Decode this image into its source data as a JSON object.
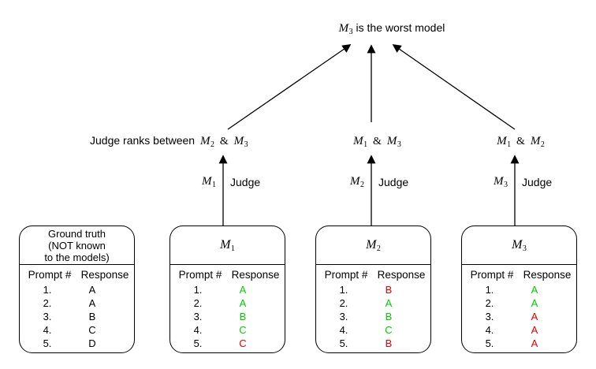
{
  "colors": {
    "correct": "#00cc00",
    "incorrect": "#e00000",
    "text": "#000000",
    "background": "#ffffff"
  },
  "conclusion": {
    "model_base": "M",
    "model_sub": "3",
    "text": "is the worst model"
  },
  "comparisons": [
    {
      "prefix": "Judge ranks between",
      "left_base": "M",
      "left_sub": "2",
      "amp": "&",
      "right_base": "M",
      "right_sub": "3"
    },
    {
      "prefix": "",
      "left_base": "M",
      "left_sub": "1",
      "amp": "&",
      "right_base": "M",
      "right_sub": "3"
    },
    {
      "prefix": "",
      "left_base": "M",
      "left_sub": "1",
      "amp": "&",
      "right_base": "M",
      "right_sub": "2"
    }
  ],
  "judges": [
    {
      "model_base": "M",
      "model_sub": "1",
      "label": "Judge"
    },
    {
      "model_base": "M",
      "model_sub": "2",
      "label": "Judge"
    },
    {
      "model_base": "M",
      "model_sub": "3",
      "label": "Judge"
    }
  ],
  "ground_truth": {
    "title_line1": "Ground truth",
    "title_line2": "(NOT known",
    "title_line3": "to the models)",
    "col_prompt": "Prompt #",
    "col_response": "Response",
    "rows": [
      {
        "num": "1.",
        "resp": "A",
        "state": "neutral"
      },
      {
        "num": "2.",
        "resp": "A",
        "state": "neutral"
      },
      {
        "num": "3.",
        "resp": "B",
        "state": "neutral"
      },
      {
        "num": "4.",
        "resp": "C",
        "state": "neutral"
      },
      {
        "num": "5.",
        "resp": "D",
        "state": "neutral"
      }
    ]
  },
  "models": [
    {
      "name_base": "M",
      "name_sub": "1",
      "col_prompt": "Prompt #",
      "col_response": "Response",
      "rows": [
        {
          "num": "1.",
          "resp": "A",
          "state": "correct"
        },
        {
          "num": "2.",
          "resp": "A",
          "state": "correct"
        },
        {
          "num": "3.",
          "resp": "B",
          "state": "correct"
        },
        {
          "num": "4.",
          "resp": "C",
          "state": "correct"
        },
        {
          "num": "5.",
          "resp": "C",
          "state": "incorrect"
        }
      ]
    },
    {
      "name_base": "M",
      "name_sub": "2",
      "col_prompt": "Prompt #",
      "col_response": "Response",
      "rows": [
        {
          "num": "1.",
          "resp": "B",
          "state": "incorrect"
        },
        {
          "num": "2.",
          "resp": "A",
          "state": "correct"
        },
        {
          "num": "3.",
          "resp": "B",
          "state": "correct"
        },
        {
          "num": "4.",
          "resp": "C",
          "state": "correct"
        },
        {
          "num": "5.",
          "resp": "B",
          "state": "incorrect"
        }
      ]
    },
    {
      "name_base": "M",
      "name_sub": "3",
      "col_prompt": "Prompt #",
      "col_response": "Response",
      "rows": [
        {
          "num": "1.",
          "resp": "A",
          "state": "correct"
        },
        {
          "num": "2.",
          "resp": "A",
          "state": "correct"
        },
        {
          "num": "3.",
          "resp": "A",
          "state": "incorrect"
        },
        {
          "num": "4.",
          "resp": "A",
          "state": "incorrect"
        },
        {
          "num": "5.",
          "resp": "A",
          "state": "incorrect"
        }
      ]
    }
  ]
}
